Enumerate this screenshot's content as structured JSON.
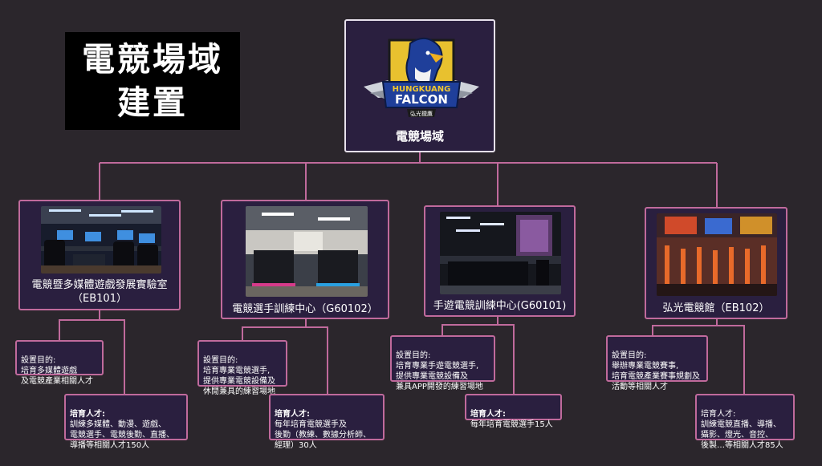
{
  "title": {
    "line1": "電競場域",
    "line2": "建置"
  },
  "root": {
    "logo_text": "HUNGKUANG",
    "logo_text2": "FALCON",
    "logo_sub": "弘光獵鷹",
    "label": "電競場域"
  },
  "venues": [
    {
      "name_line1": "電競暨多媒體遊戲發展實驗室",
      "name_line2": "（EB101）",
      "purpose_title": "設置目的:",
      "purpose": "培育多媒體遊戲\n及電競產業相關人才",
      "talent_title": "培育人才:",
      "talent": "訓練多媒體、動漫、遊戲、\n電競選手、電競後勤、直播、\n導播等相關人才150人"
    },
    {
      "name_line1": "電競選手訓練中心（G60102）",
      "name_line2": "",
      "purpose_title": "設置目的:",
      "purpose": "培育專業電競選手,\n提供專業電競設備及\n休閒兼具的練習場地",
      "talent_title": "培育人才:",
      "talent": "每年培育電競選手及\n後勤（教練、數據分析師、\n經理）30人"
    },
    {
      "name_line1": "手遊電競訓練中心(G60101)",
      "name_line2": "",
      "purpose_title": "設置目的:",
      "purpose": "培育專業手遊電競選手,\n提供專業電競設備及\n兼具APP開發的練習場地",
      "talent_title": "培育人才:",
      "talent": "每年培育電競選手15人"
    },
    {
      "name_line1": "弘光電競館（EB102）",
      "name_line2": "",
      "purpose_title": "設置目的:",
      "purpose": "舉辦專業電競賽事,\n培育電競產業賽事規劃及\n活動等相關人才",
      "talent_title": "培育人才:",
      "talent": "訓練電競直播、導播、\n攝影、燈光、音控、\n後製…等相關人才85人"
    }
  ],
  "colors": {
    "background": "#2b262c",
    "box_fill": "#2a1f3f",
    "border": "#c06a9c",
    "root_border": "#e6e0ec"
  }
}
